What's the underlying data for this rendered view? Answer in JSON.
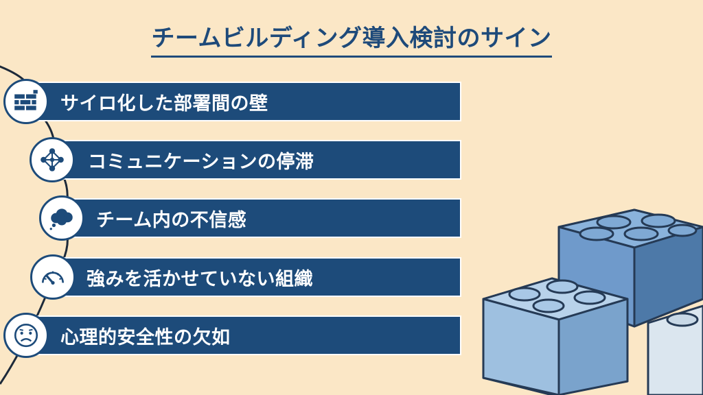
{
  "title": "チームビルディング導入検討のサイン",
  "items": [
    {
      "label": "サイロ化した部署間の壁",
      "icon": "brick-wall-icon"
    },
    {
      "label": "コミュニケーションの停滞",
      "icon": "network-people-icon"
    },
    {
      "label": "チーム内の不信感",
      "icon": "cloud-icon"
    },
    {
      "label": "強みを活かせていない組織",
      "icon": "speedometer-icon"
    },
    {
      "label": "心理的安全性の欠如",
      "icon": "worried-face-icon"
    }
  ],
  "colors": {
    "background": "#fbe7c6",
    "bar": "#1d4b7a",
    "title": "#1e4a7a",
    "brick_dark": "#5b87b5",
    "brick_light": "#9ec0e0",
    "brick_pale": "#dbe6ef"
  }
}
